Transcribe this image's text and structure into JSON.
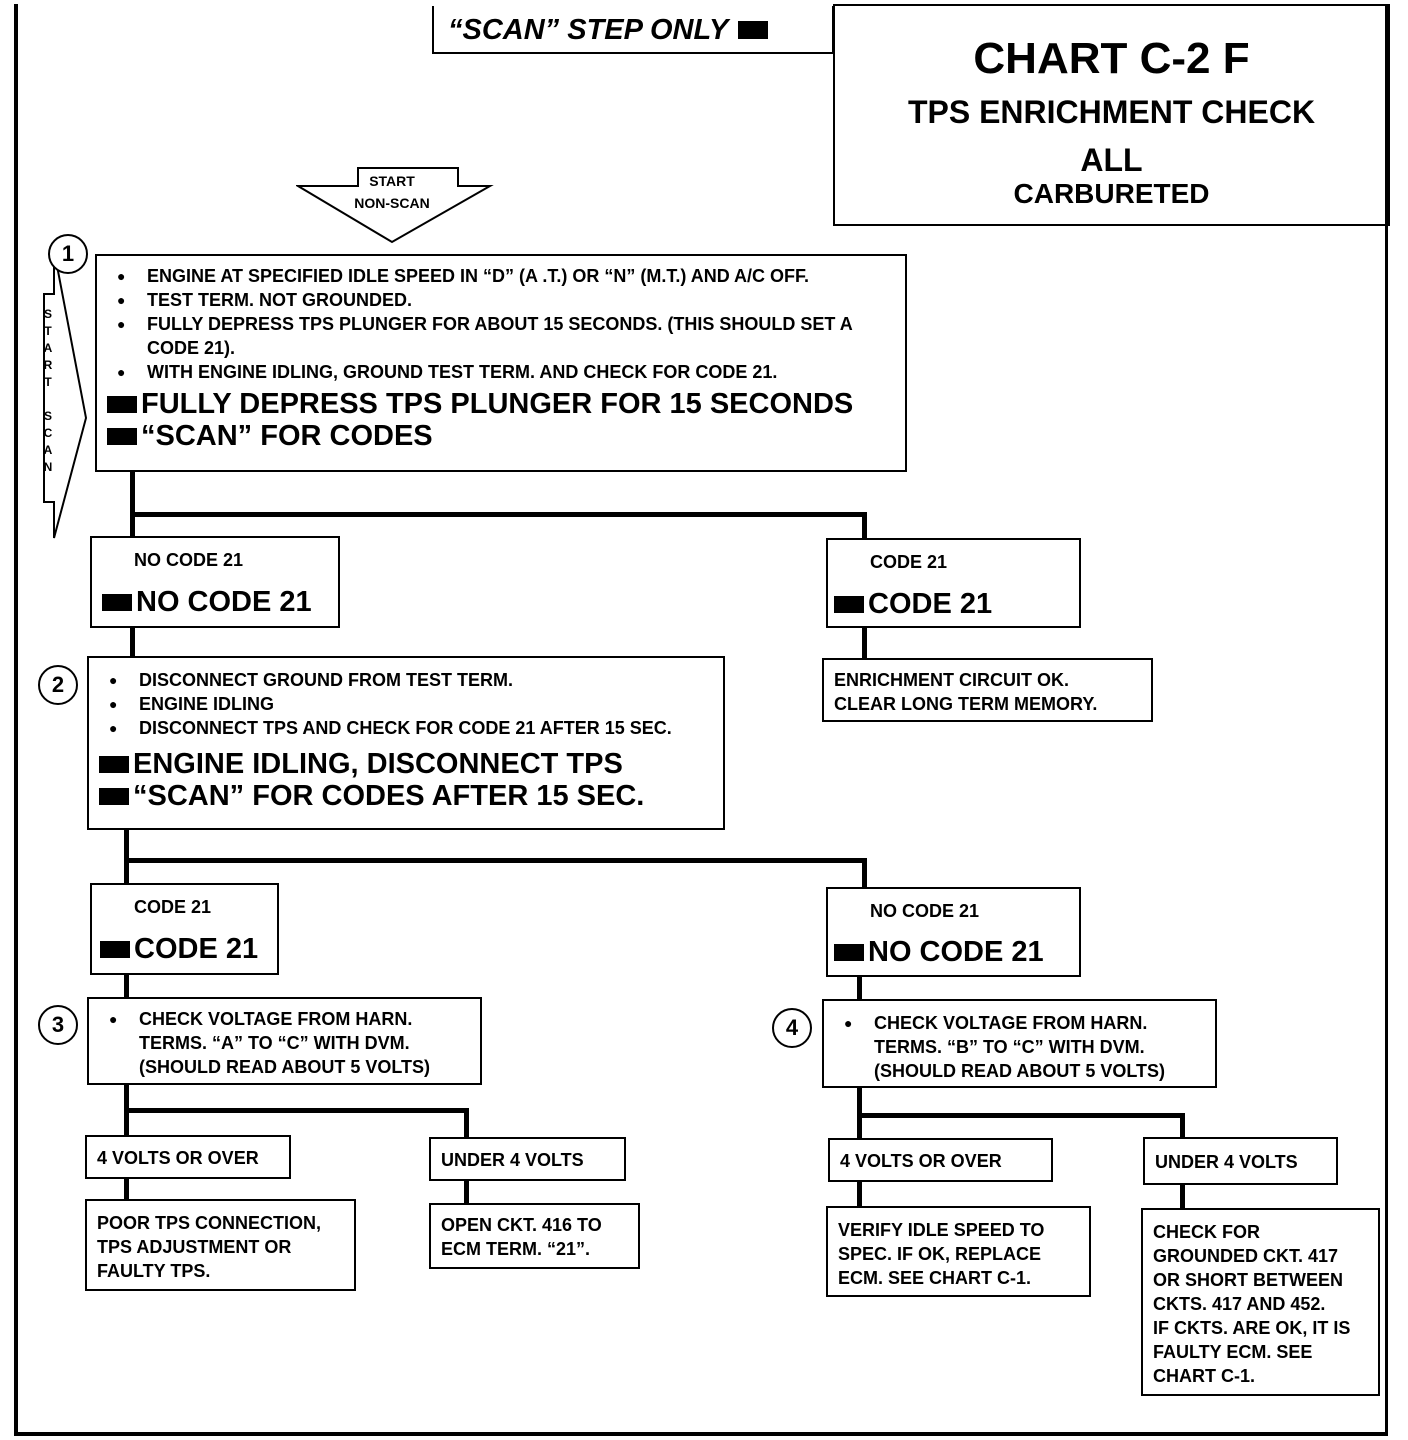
{
  "header": {
    "scan_step_only": "“SCAN” STEP ONLY",
    "chart_id": "CHART C-2 F",
    "chart_name": "TPS ENRICHMENT CHECK",
    "applies_to": "ALL",
    "fuel_system": "CARBURETED"
  },
  "start_arrow": {
    "line1": "START",
    "line2": "NON-SCAN"
  },
  "start_scan_arrow": "START SCAN",
  "step1": {
    "number": "1",
    "bullets": [
      "ENGINE AT SPECIFIED IDLE SPEED IN “D” (A .T.) OR “N” (M.T.) AND A/C OFF.",
      "TEST TERM. NOT GROUNDED.",
      "FULLY DEPRESS TPS PLUNGER FOR ABOUT 15 SECONDS.  (THIS SHOULD SET A CODE 21).",
      "WITH ENGINE IDLING, GROUND TEST TERM. AND CHECK FOR CODE 21."
    ],
    "scan1": "FULLY DEPRESS TPS PLUNGER FOR 15 SECONDS",
    "scan2": "“SCAN” FOR CODES"
  },
  "result1_left": {
    "nonscan": "NO CODE 21",
    "scan": "NO CODE 21"
  },
  "result1_right": {
    "nonscan": "CODE 21",
    "scan": "CODE 21"
  },
  "result1_right_action": [
    "ENRICHMENT CIRCUIT OK.",
    "CLEAR LONG TERM MEMORY."
  ],
  "step2": {
    "number": "2",
    "bullets": [
      "DISCONNECT GROUND FROM TEST TERM.",
      "ENGINE IDLING",
      "DISCONNECT TPS AND CHECK FOR CODE 21 AFTER 15 SEC."
    ],
    "scan1": "ENGINE IDLING, DISCONNECT TPS",
    "scan2": "“SCAN” FOR CODES AFTER 15 SEC."
  },
  "result2_left": {
    "nonscan": "CODE 21",
    "scan": "CODE 21"
  },
  "result2_right": {
    "nonscan": "NO CODE 21",
    "scan": "NO CODE 21"
  },
  "step3": {
    "number": "3",
    "bullet": [
      "CHECK VOLTAGE FROM HARN.",
      "TERMS. “A” TO “C” WITH DVM.",
      "(SHOULD READ ABOUT 5 VOLTS)"
    ]
  },
  "step4": {
    "number": "4",
    "bullet": [
      "CHECK VOLTAGE FROM HARN.",
      "TERMS. “B” TO “C” WITH DVM.",
      "(SHOULD READ ABOUT 5 VOLTS)"
    ]
  },
  "s3_over": "4 VOLTS OR OVER",
  "s3_under": "UNDER 4 VOLTS",
  "s4_over": "4 VOLTS OR OVER",
  "s4_under": "UNDER 4 VOLTS",
  "s3_over_action": [
    "POOR TPS CONNECTION,",
    "TPS ADJUSTMENT OR",
    "FAULTY TPS."
  ],
  "s3_under_action": [
    "OPEN CKT. 416 TO",
    "ECM TERM. “21”."
  ],
  "s4_over_action": [
    "VERIFY IDLE SPEED TO",
    "SPEC.  IF OK, REPLACE",
    "ECM.  SEE CHART C-1."
  ],
  "s4_under_action": [
    "CHECK FOR",
    "GROUNDED CKT. 417",
    "OR SHORT BETWEEN",
    "CKTS. 417 AND 452.",
    "IF CKTS. ARE OK, IT IS",
    "FAULTY ECM.  SEE",
    "CHART C-1."
  ]
}
